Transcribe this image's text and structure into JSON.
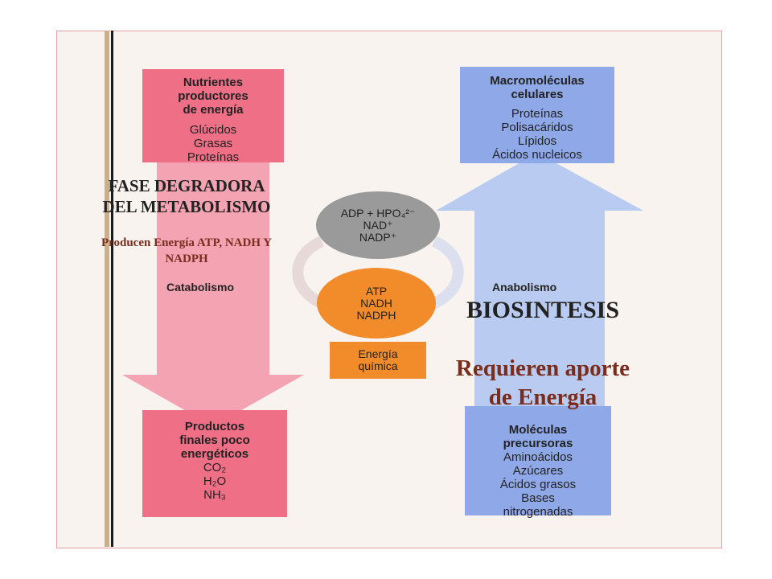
{
  "colors": {
    "catabolism_box": "#ef6f86",
    "catabolism_arrow": "#f4a3b3",
    "anabolism_box": "#8fa8e8",
    "anabolism_arrow": "#b9cbf0",
    "circle_top": "#9a9a9a",
    "circle_bottom": "#f28c2a",
    "energy_box": "#f28c2a",
    "title_brown": "#7a2c1d"
  },
  "catabolism": {
    "nutrients_title": [
      "Nutrientes",
      "productores",
      "de energía"
    ],
    "nutrients_items": [
      "Glúcidos",
      "Grasas",
      "Proteínas"
    ],
    "label": "Catabolismo",
    "products_title": [
      "Productos",
      "finales poco",
      "energéticos"
    ],
    "products_items": [
      "CO₂",
      "H₂O",
      "NH₃"
    ]
  },
  "anabolism": {
    "macro_title": [
      "Macromoléculas",
      "celulares"
    ],
    "macro_items": [
      "Proteínas",
      "Polisacáridos",
      "Lípidos",
      "Ácidos nucleicos"
    ],
    "label": "Anabolismo",
    "precursors_title": [
      "Moléculas",
      "precursoras"
    ],
    "precursors_items": [
      "Aminoácidos",
      "Azúcares",
      "Ácidos grasos",
      "Bases",
      "nitrogenadas"
    ]
  },
  "cycle": {
    "top_lines": [
      "ADP + HPO₄²⁻",
      "NAD⁺",
      "NADP⁺"
    ],
    "bottom_lines": [
      "ATP",
      "NADH",
      "NADPH"
    ],
    "energy_lines": [
      "Energía",
      "química"
    ]
  },
  "annotations": {
    "fase_line1": "FASE DEGRADORA",
    "fase_line2": "DEL METABOLISMO",
    "producen_line1": "Producen  Energía ATP, NADH Y",
    "producen_line2": "NADPH",
    "biosintesis": "BIOSINTESIS",
    "requieren_line1": "Requieren aporte",
    "requieren_line2": "de Energía"
  }
}
